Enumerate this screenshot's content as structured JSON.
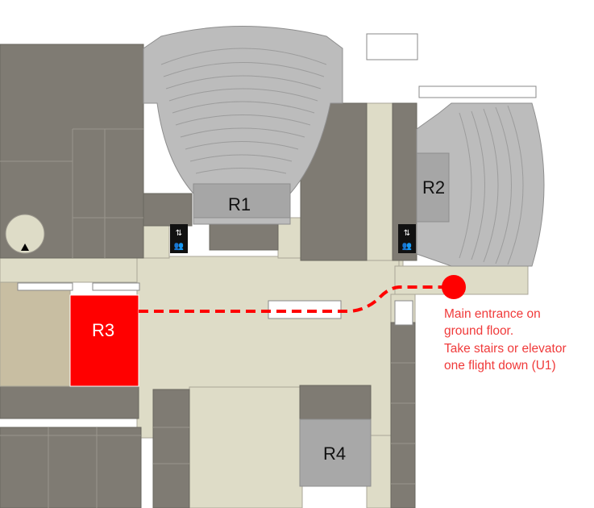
{
  "rooms": {
    "r1": "R1",
    "r2": "R2",
    "r3": "R3",
    "r4": "R4"
  },
  "annotation": {
    "lines": [
      "Main entrance on",
      "ground floor.",
      "Take stairs or elevator",
      "one flight down (U1)"
    ]
  },
  "icons": [
    "elevator-icon",
    "stairs-icon",
    "entrance-marker-icon",
    "route-path"
  ],
  "colors": {
    "route": "#ff0000",
    "highlight_room": "#ff0000",
    "corridor": "#dedcc7",
    "wall_block": "#7f7b73",
    "hall": "#b9b9b9",
    "annotation_text": "#f03a3a"
  }
}
